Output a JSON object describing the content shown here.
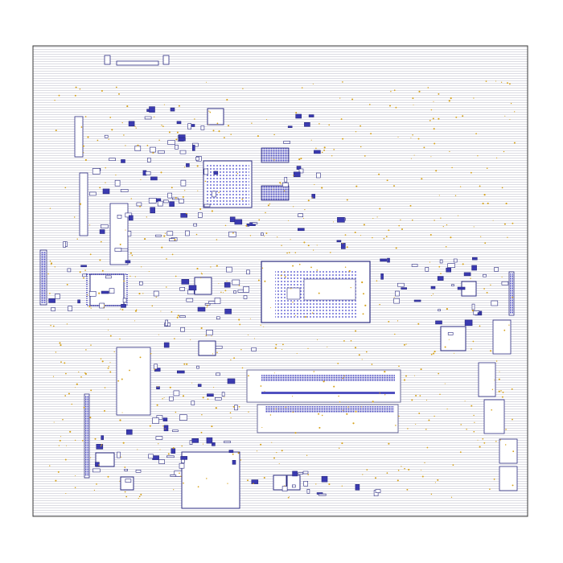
{
  "view": {
    "kind": "pcb-layout",
    "colors": {
      "background": "#ffffff",
      "outline": "#3a3a3a",
      "trace": "#b6b6c4",
      "component": "#2b2b80",
      "pad": "#3a3ab0",
      "via": "#d6a21a",
      "fill": "#8c8ce0"
    },
    "components": [
      "bga-chip-upper",
      "cpu-socket-large",
      "sodimm-slot",
      "memory-slot-mid",
      "left-edge-connector",
      "left-connector-vertical",
      "bottom-qfp-chip",
      "left-long-connector",
      "right-edge-connector",
      "right-usb-connectors",
      "top-connector",
      "small-ic-chips",
      "via-dots"
    ]
  }
}
